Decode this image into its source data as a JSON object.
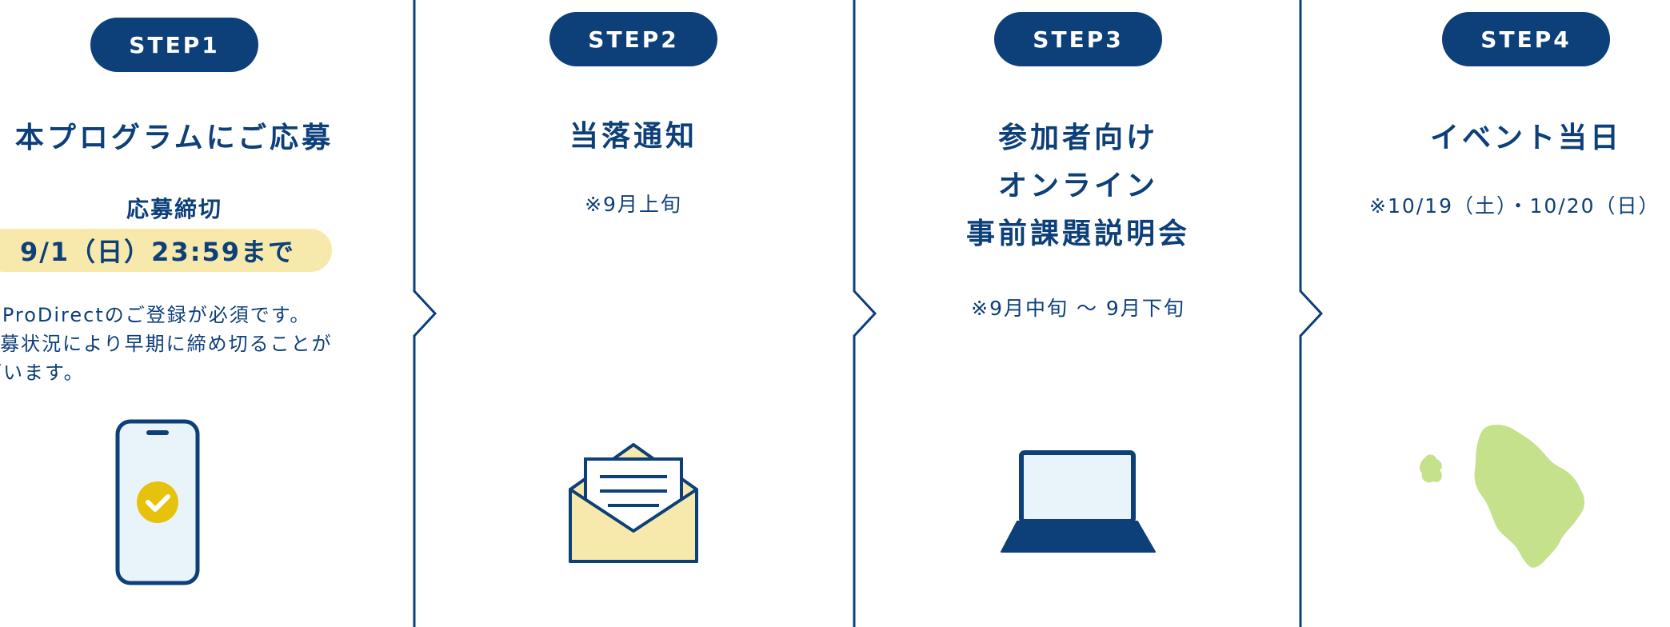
{
  "colors": {
    "navy": "#0d3f79",
    "deadline_bg": "#f7e8ab",
    "light_blue": "#e8f4fa",
    "check_yellow": "#e6c20c",
    "envelope_yellow": "#f7e8ab",
    "island_green": "#c6e18c"
  },
  "steps": [
    {
      "badge": "STEP1",
      "title": "本プログラムにご応募",
      "subheading": "応募締切",
      "deadline": "9/1（日）23:59まで",
      "notes": [
        "※HiProDirectのご登録が必須です。",
        "※応募状況により早期に締め切ることが",
        "ございます。"
      ],
      "icon": "smartphone-check-icon"
    },
    {
      "badge": "STEP2",
      "title": "当落通知",
      "note": "※9月上旬",
      "icon": "envelope-letter-icon"
    },
    {
      "badge": "STEP3",
      "title_lines": [
        "参加者向け",
        "オンライン",
        "事前課題説明会"
      ],
      "note": "※9月中旬 〜 9月下旬",
      "icon": "laptop-icon"
    },
    {
      "badge": "STEP4",
      "title": "イベント当日",
      "note": "※10/19（土）・10/20（日）",
      "icon": "island-map-icon"
    }
  ]
}
